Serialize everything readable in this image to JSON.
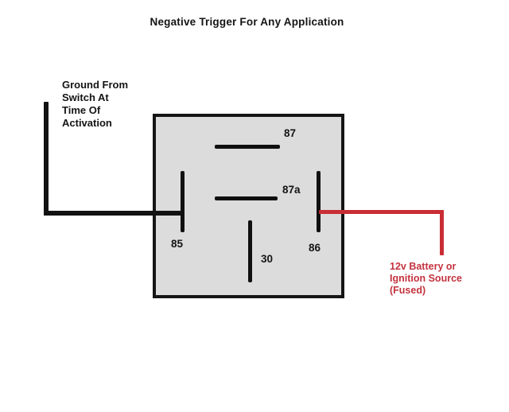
{
  "title": "Negative Trigger For Any Application",
  "colors": {
    "background": "#ffffff",
    "line_black": "#121212",
    "relay_fill": "#dcdcdc",
    "relay_border": "#151515",
    "wire_red": "#c92d35",
    "label_red": "#c3333f"
  },
  "relay": {
    "pins": [
      {
        "id": "87",
        "label": "87"
      },
      {
        "id": "87a",
        "label": "87a"
      },
      {
        "id": "85",
        "label": "85"
      },
      {
        "id": "30",
        "label": "30"
      },
      {
        "id": "86",
        "label": "86"
      }
    ]
  },
  "labels": {
    "ground": {
      "lines": [
        "Ground From",
        "Switch At",
        "Time Of",
        "Activation"
      ]
    },
    "power": {
      "lines": [
        "12v Battery or",
        "Ignition Source",
        "(Fused)"
      ]
    }
  },
  "wires": [
    {
      "id": "ground-wire",
      "color": "black",
      "connects_to_pin": "85"
    },
    {
      "id": "power-wire",
      "color": "red",
      "connects_to_pin": "86"
    }
  ]
}
